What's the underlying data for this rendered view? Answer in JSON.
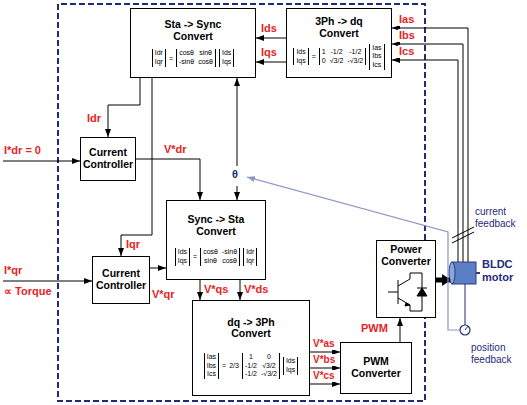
{
  "diagram": {
    "nodes": [
      {
        "text": [
          "Sta -> Sync Convert",
          "Idr",
          "Iqr",
          "=",
          "cosθ",
          "sinθ",
          "-sinθ",
          "cosθ",
          "Ids",
          "Iqs"
        ]
      },
      {
        "text": [
          "3Ph -> dq Convert",
          "Ids",
          "Iqs",
          "=",
          "1",
          "-1/2",
          "-1/2",
          "0",
          "√3/2",
          "-√3/2",
          "Ias",
          "Ibs",
          "Ics"
        ]
      },
      {
        "text": [
          "Current Controller"
        ]
      },
      {
        "text": [
          "Sync -> Sta Convert",
          "Ids",
          "Iqs",
          "=",
          "cosθ",
          "-sinθ",
          "sinθ",
          "cosθ",
          "Idr",
          "Iqr"
        ]
      },
      {
        "text": [
          "Current Controller"
        ]
      },
      {
        "text": [
          "dq -> 3Ph Convert",
          "Ias",
          "Ibs",
          "Ics",
          "=",
          "2/3",
          "1",
          "0",
          "-1/2",
          "√3/2",
          "-1/2",
          "-√3/2",
          "Ids",
          "Iqs"
        ]
      },
      {
        "text": [
          "PWM Converter"
        ]
      },
      {
        "text": [
          "Power Converter"
        ]
      }
    ],
    "edges": [
      {
        "from": 1,
        "to": 0,
        "arrow": "to",
        "label": "Ids"
      },
      {
        "from": 1,
        "to": 0,
        "arrow": "to",
        "label": "Iqs"
      },
      {
        "from": 0,
        "to": 2,
        "arrow": "to",
        "label": "Idr"
      },
      {
        "from": 0,
        "to": 4,
        "arrow": "to",
        "label": "Iqr"
      },
      {
        "from": 2,
        "to": 3,
        "arrow": "to",
        "label": "V*dr"
      },
      {
        "from": 4,
        "to": 3,
        "arrow": "to",
        "label": "V*qr"
      },
      {
        "from": 3,
        "to": 5,
        "arrow": "to",
        "label": "V*qs"
      },
      {
        "from": 3,
        "to": 5,
        "arrow": "to",
        "label": "V*ds"
      },
      {
        "from": 5,
        "to": 6,
        "arrow": "to",
        "label": "V*as"
      },
      {
        "from": 5,
        "to": 6,
        "arrow": "to",
        "label": "V*bs"
      },
      {
        "from": 5,
        "to": 6,
        "arrow": "to",
        "label": "V*cs"
      },
      {
        "from": 6,
        "to": 7,
        "arrow": "to",
        "label": "PWM"
      }
    ],
    "labels": [
      "Ias",
      "Ibs",
      "Ics",
      "I*dr = 0",
      "I*qr",
      "∝ Torque",
      "θ",
      "current feedback",
      "BLDC motor",
      "position feedback"
    ]
  }
}
